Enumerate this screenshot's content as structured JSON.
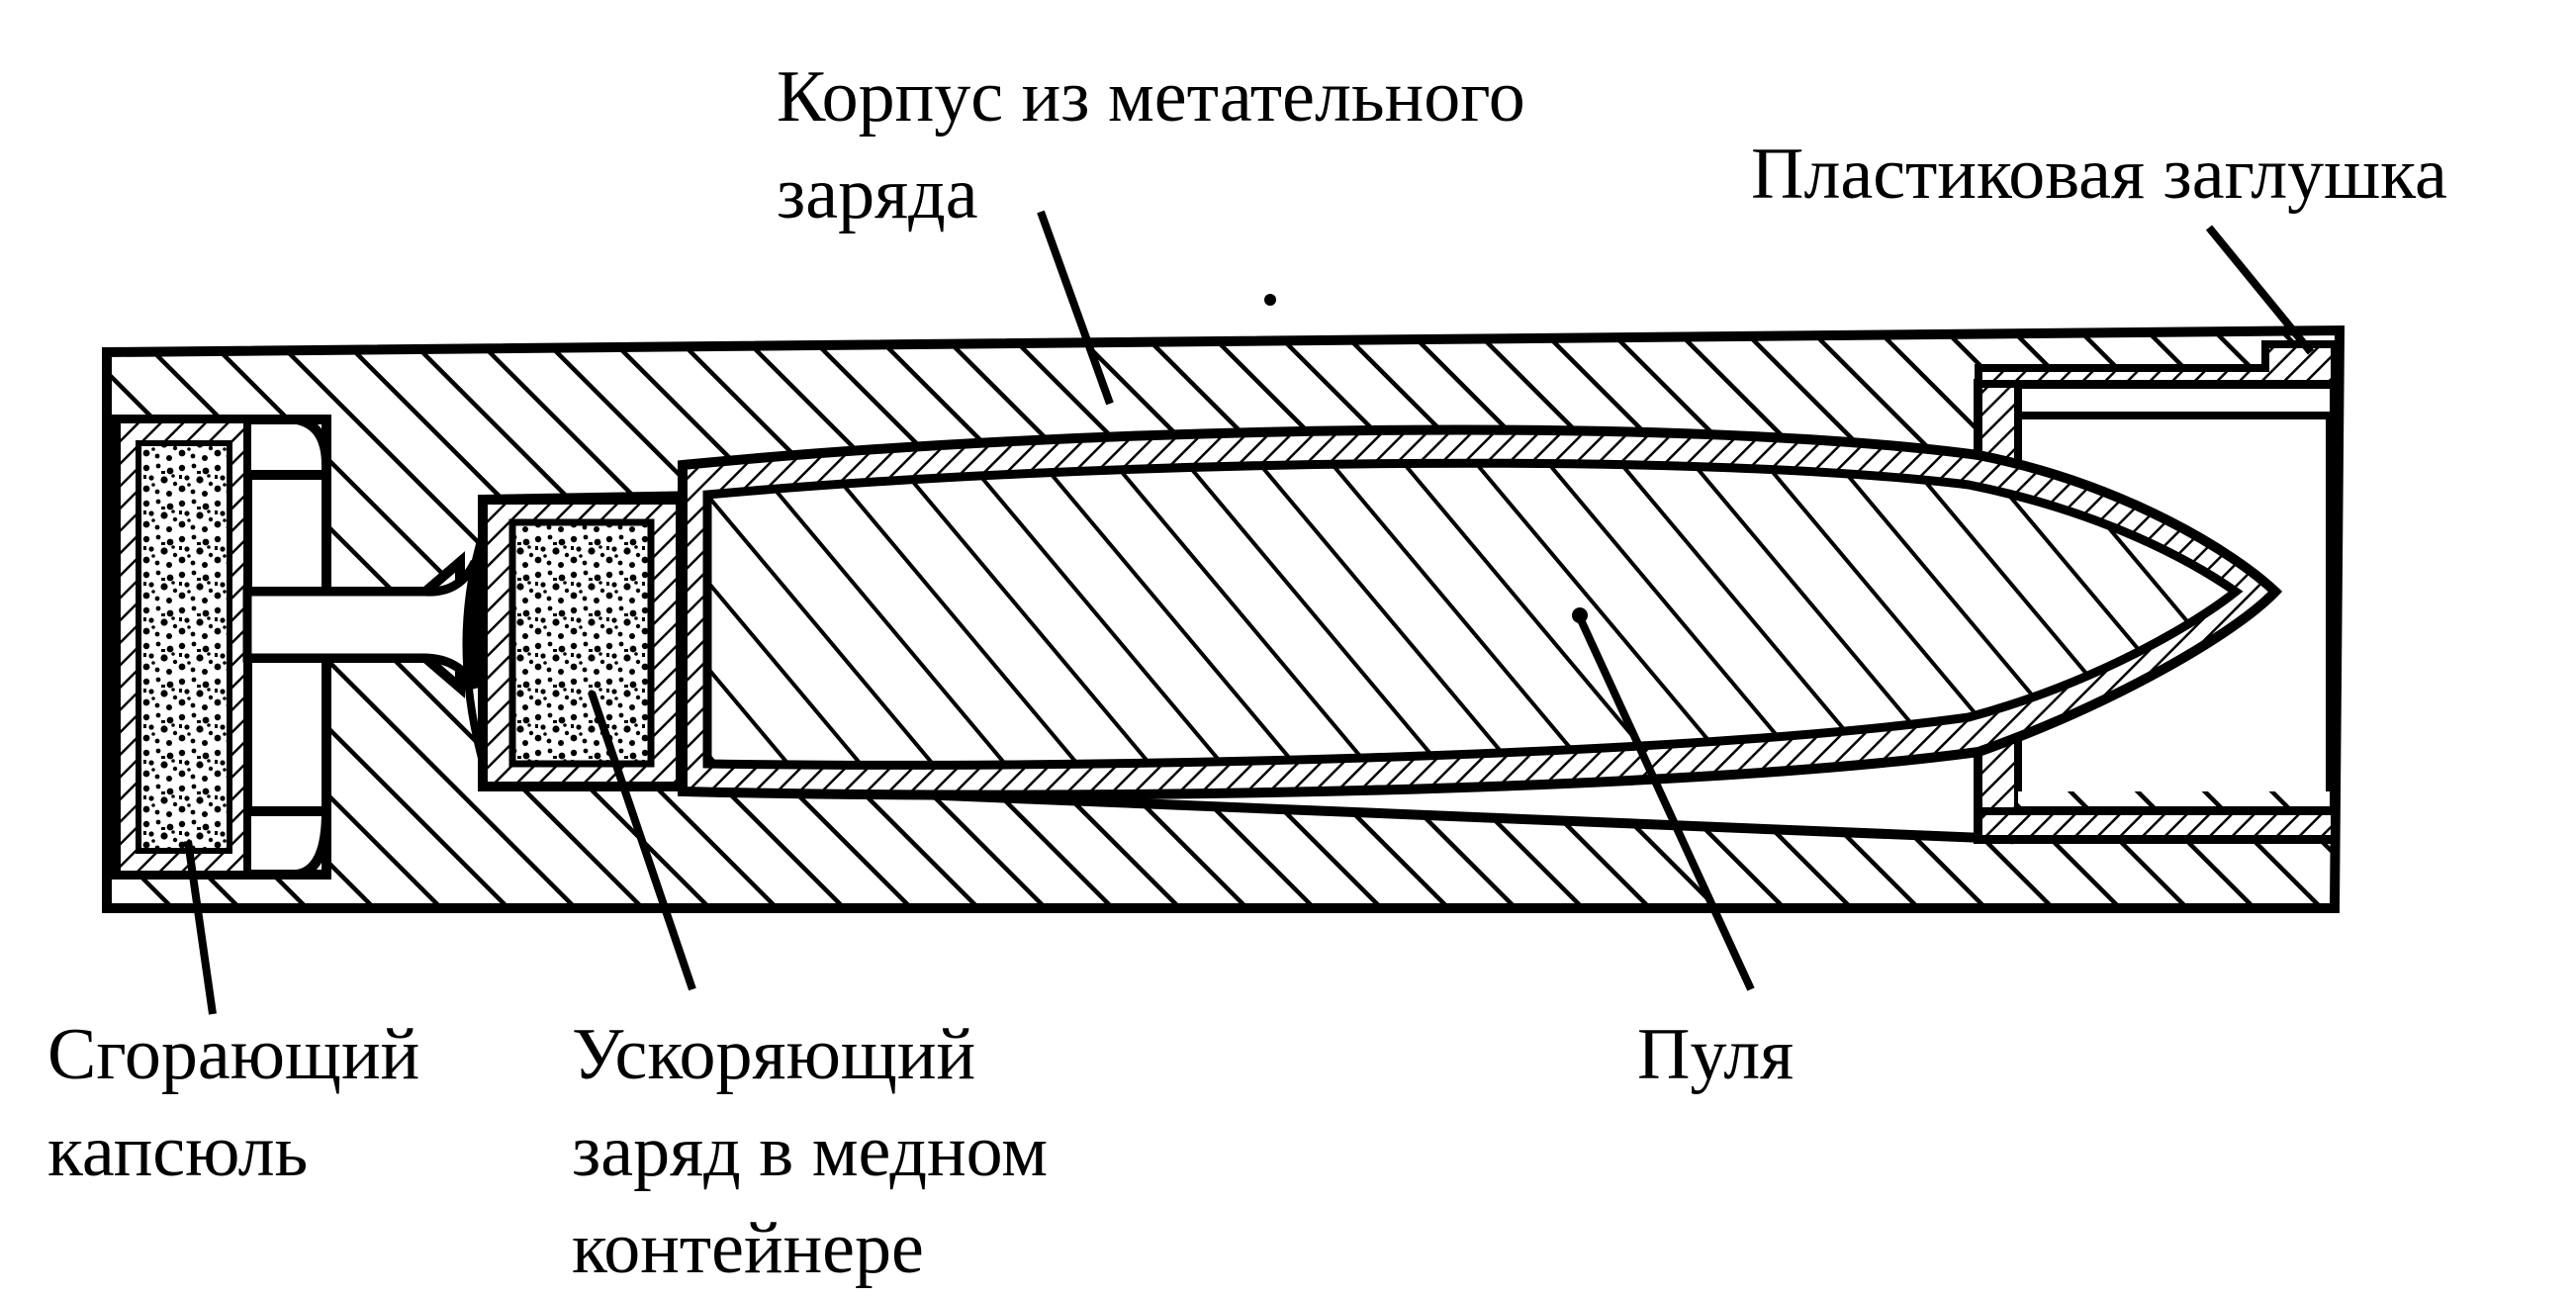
{
  "labels": {
    "casing_line1": "Корпус из метательного",
    "casing_line2": "заряда",
    "plug": "Пластиковая заглушка",
    "primer_line1": "Сгорающий",
    "primer_line2": "капсюль",
    "booster_line1": "Ускоряющий",
    "booster_line2": "заряд в медном",
    "booster_line3": "контейнере",
    "bullet": "Пуля"
  },
  "colors": {
    "ink": "#000000",
    "paper": "#ffffff"
  }
}
